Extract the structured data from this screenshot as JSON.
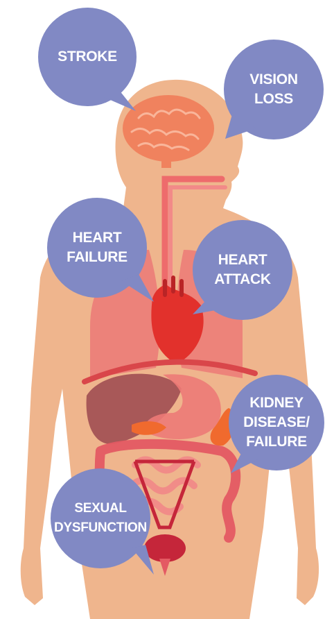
{
  "colors": {
    "bubble": "#8189c4",
    "skin": "#efb58d",
    "lungs": "#ec7a77",
    "heart": "#e2312c",
    "liver": "#a85858",
    "intestine": "#e45a63",
    "kidney": "#f06a2e",
    "brain": "#f0825e"
  },
  "conditions": [
    {
      "id": "stroke",
      "lines": [
        "STROKE"
      ]
    },
    {
      "id": "vision-loss",
      "lines": [
        "VISION",
        "LOSS"
      ]
    },
    {
      "id": "heart-failure",
      "lines": [
        "HEART",
        "FAILURE"
      ]
    },
    {
      "id": "heart-attack",
      "lines": [
        "HEART",
        "ATTACK"
      ]
    },
    {
      "id": "kidney-disease",
      "lines": [
        "KIDNEY",
        "DISEASE/",
        "FAILURE"
      ]
    },
    {
      "id": "sexual-dysfunction",
      "lines": [
        "SEXUAL",
        "DYSFUNCTION"
      ]
    }
  ]
}
